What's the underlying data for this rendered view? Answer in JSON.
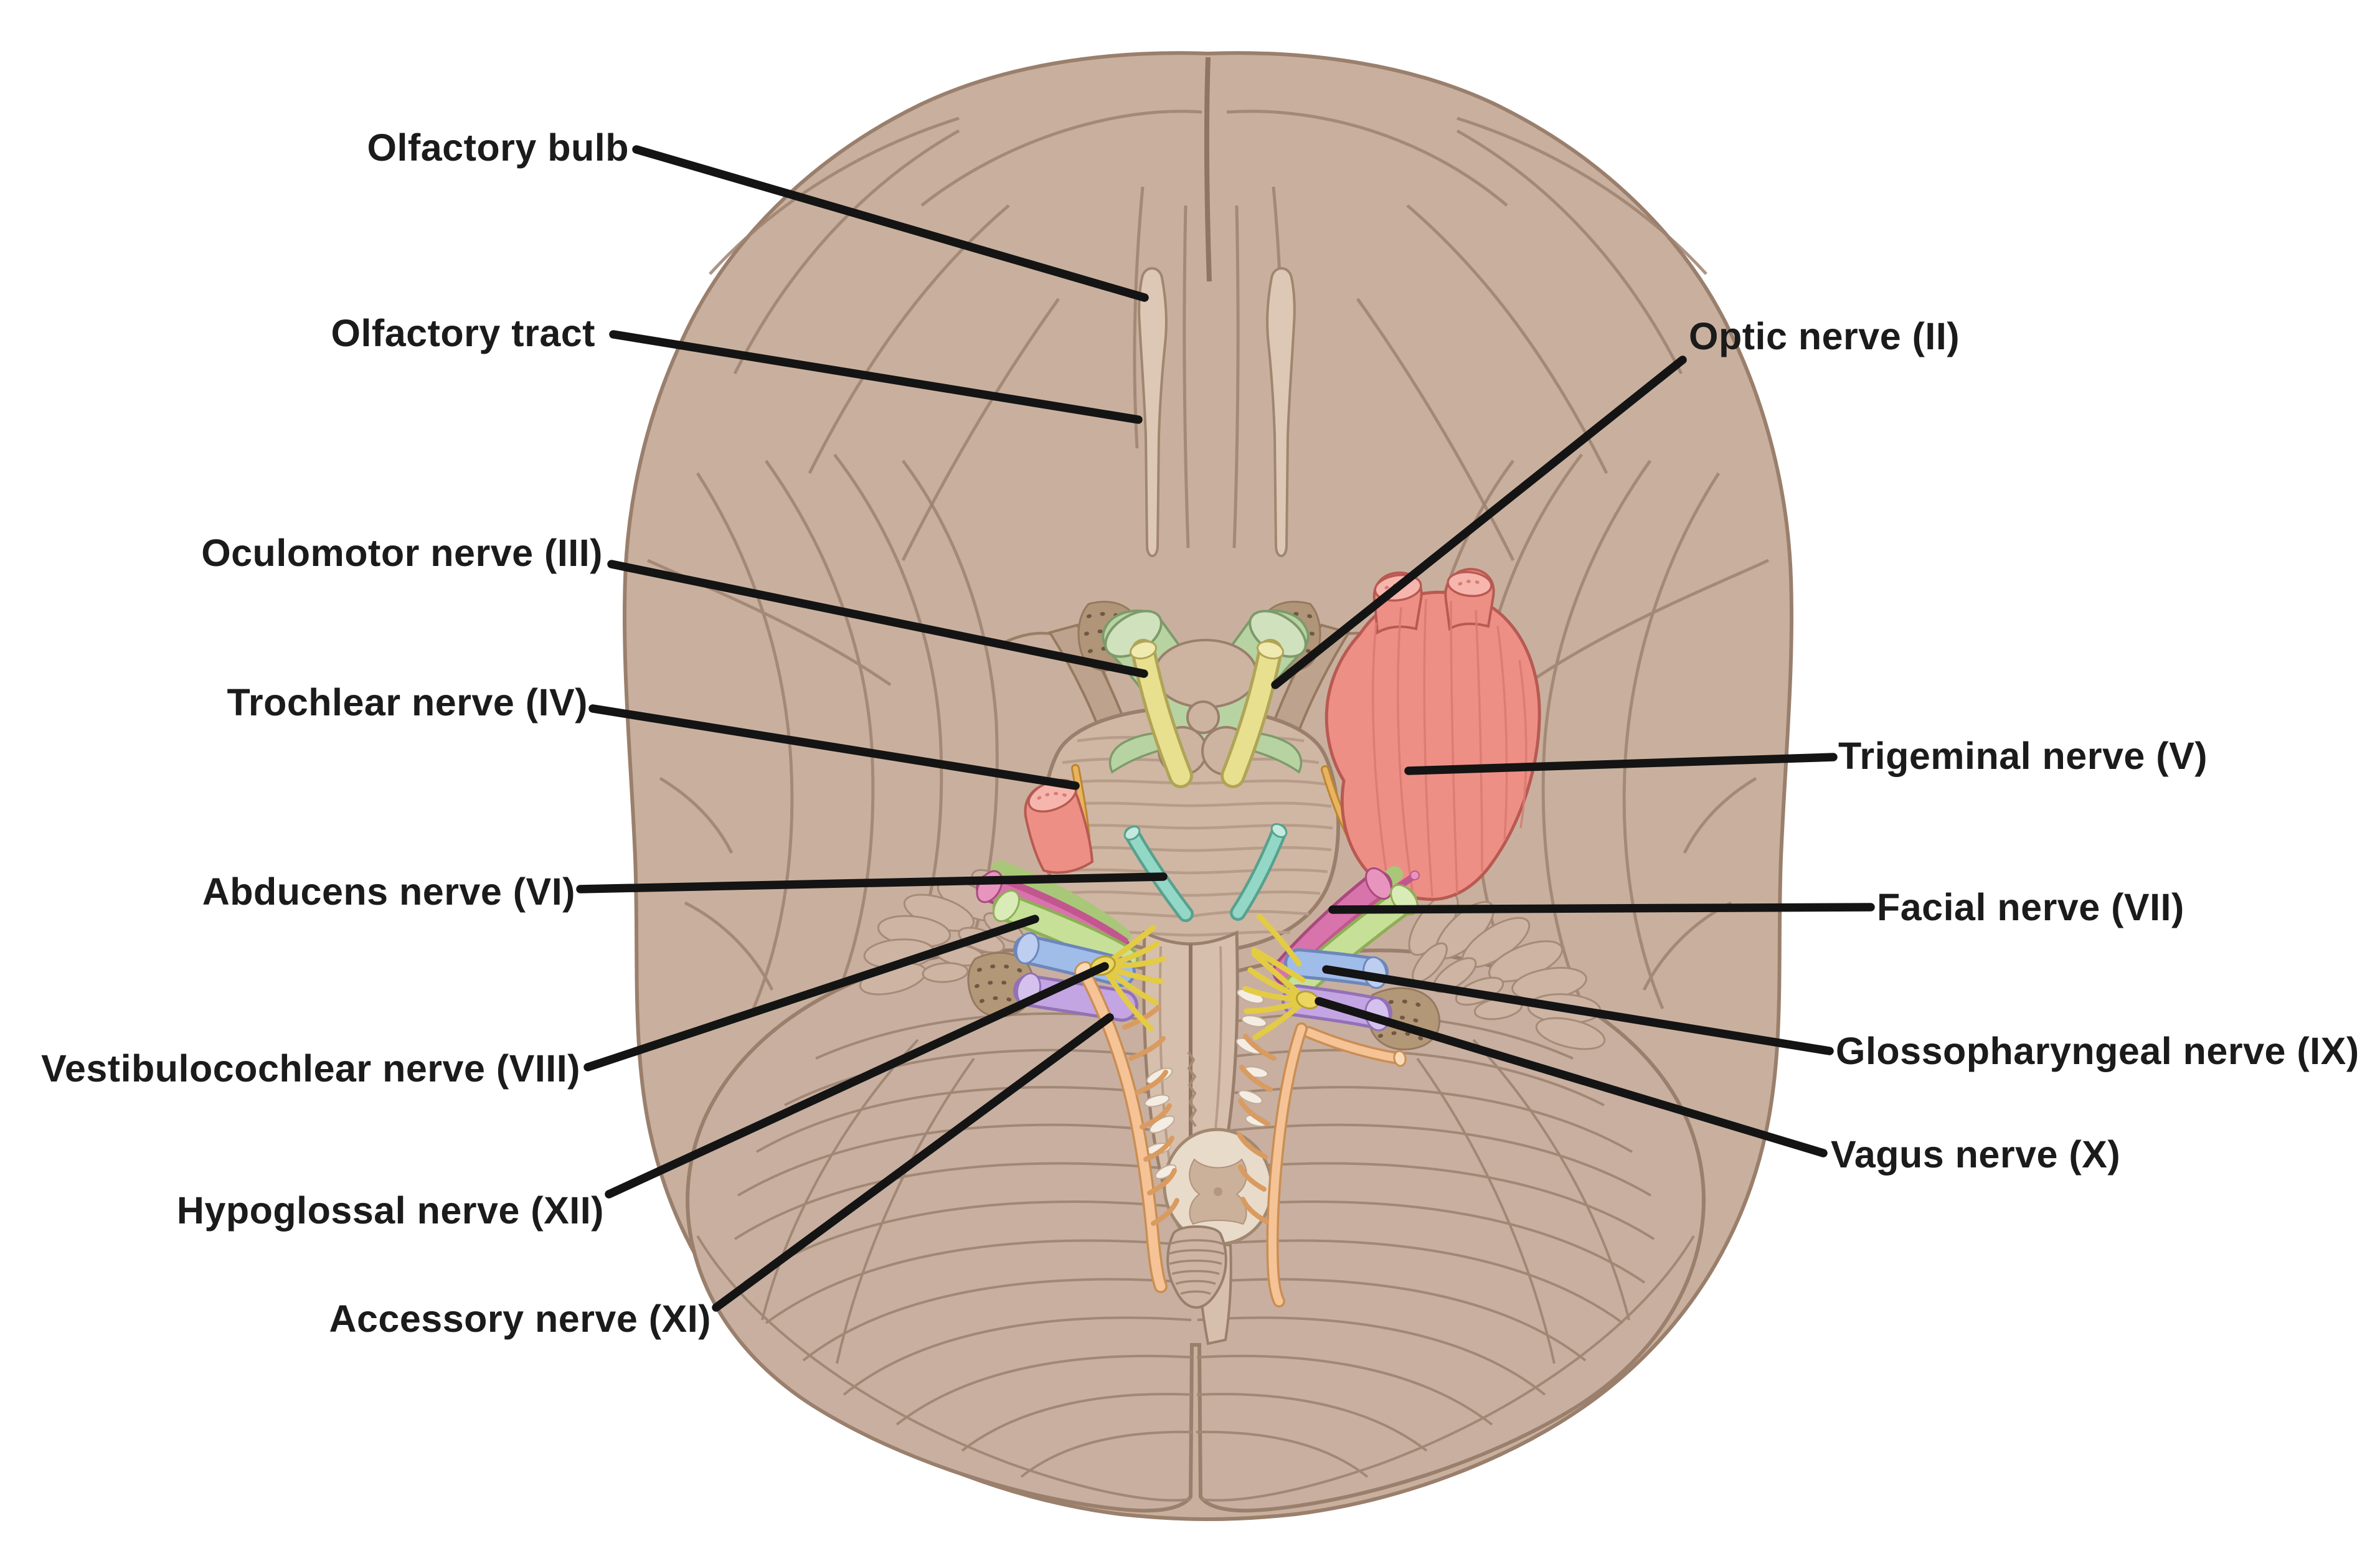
{
  "figure": {
    "background": "#ffffff",
    "label_text_color": "#1b1b1b",
    "leader_line_color": "#141414"
  },
  "labels": [
    {
      "id": "olfactory-bulb",
      "text": "Olfactory bulb"
    },
    {
      "id": "olfactory-tract",
      "text": "Olfactory tract"
    },
    {
      "id": "oculomotor",
      "text": "Oculomotor nerve (III)"
    },
    {
      "id": "trochlear",
      "text": "Trochlear nerve (IV)"
    },
    {
      "id": "abducens",
      "text": "Abducens nerve (VI)"
    },
    {
      "id": "vestibulocochlear",
      "text": "Vestibulocochlear nerve (VIII)"
    },
    {
      "id": "hypoglossal",
      "text": "Hypoglossal nerve (XII)"
    },
    {
      "id": "accessory",
      "text": "Accessory nerve (XI)"
    },
    {
      "id": "optic",
      "text": "Optic nerve (II)"
    },
    {
      "id": "trigeminal",
      "text": "Trigeminal nerve (V)"
    },
    {
      "id": "facial",
      "text": "Facial nerve (VII)"
    },
    {
      "id": "glossopharyngeal",
      "text": "Glossopharyngeal nerve (IX)"
    },
    {
      "id": "vagus",
      "text": "Vagus nerve (X)"
    }
  ],
  "nerve_colors": {
    "optic": "#b7d3a1",
    "oculomotor": "#e8e08f",
    "trochlear": "#e9b35f",
    "trigeminal": "#ee8f86",
    "abducens": "#93d8c6",
    "facial": "#d873ac",
    "vestibulocochlear": "#c6e197",
    "glossopharyngeal": "#a0bce9",
    "vagus": "#c4a5e3",
    "accessory": "#f5c396",
    "hypoglossal": "#ecd65f"
  }
}
